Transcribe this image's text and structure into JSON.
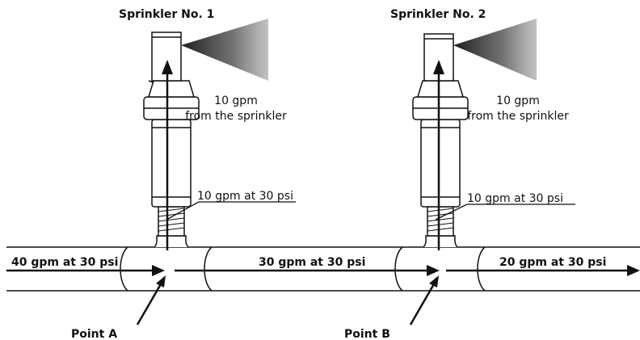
{
  "sprinkler1": {
    "title": "Sprinkler No. 1",
    "flow_line1": "10 gpm",
    "flow_line2": "from the sprinkler",
    "inlet": "10 gpm at 30 psi"
  },
  "sprinkler2": {
    "title": "Sprinkler No. 2",
    "flow_line1": "10 gpm",
    "flow_line2": "from the sprinkler",
    "inlet": "10 gpm at 30 psi"
  },
  "pipe": {
    "segment1": "40 gpm at 30 psi",
    "segment2": "30 gpm at 30 psi",
    "segment3": "20 gpm at 30 psi"
  },
  "points": {
    "a": "Point A",
    "b": "Point B"
  },
  "colors": {
    "line": "#111111",
    "spray": "#1a1a1a"
  }
}
